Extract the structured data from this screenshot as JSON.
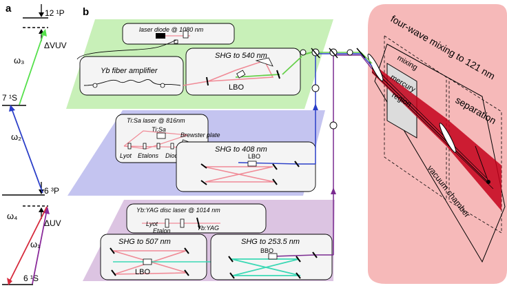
{
  "panel_labels": {
    "a": "a",
    "b": "b"
  },
  "levels": {
    "top": "12 ¹P",
    "mid_upper": "7 ¹S",
    "mid_lower": "6 ³P",
    "ground": "6 ¹S"
  },
  "transitions": {
    "w1": "ω₁",
    "w2": "ω₂",
    "w3": "ω₃",
    "w4": "ω₄",
    "d_vuv": "ΔVUV",
    "d_uv": "ΔUV"
  },
  "green_module": {
    "laser_diode": "laser diode @ 1080 nm",
    "amplifier": "Yb fiber amplifier",
    "shg": "SHG to 540 nm",
    "crystal": "LBO"
  },
  "blue_module": {
    "laser": "Ti:Sa laser @ 816nm",
    "tisa": "Ti:Sa",
    "brewster": "Brewster plate",
    "lyot": "Lyot",
    "etalons": "Etalons",
    "diode": "Diode",
    "shg": "SHG to 408 nm",
    "crystal": "LBO"
  },
  "purple_module": {
    "laser": "Yb:YAG disc laser @ 1014 nm",
    "lyot": "Lyot",
    "etalon": "Etalon",
    "ybyag": "Yb:YAG",
    "shg1": "SHG to 507 nm",
    "crystal1": "LBO",
    "shg2": "SHG to 253.5 nm",
    "crystal2": "BBO"
  },
  "chamber": {
    "title": "four-wave mixing to 121 nm",
    "mixing": "mixing",
    "mercury": "mercury",
    "region": "region",
    "separation": "separation",
    "vacuum": "vacuum chamber"
  },
  "colors": {
    "green_panel": "#c8f0b8",
    "blue_panel": "#c4c4f0",
    "purple_panel": "#dcc4e2",
    "chamber": "#f6b9b9",
    "beam_green": "#66d04a",
    "beam_blue": "#2a3ec8",
    "beam_purple": "#7a2a90",
    "beam_red": "#d8283a",
    "beam_pink": "#f08a96",
    "beam_teal": "#3ad8b4"
  }
}
